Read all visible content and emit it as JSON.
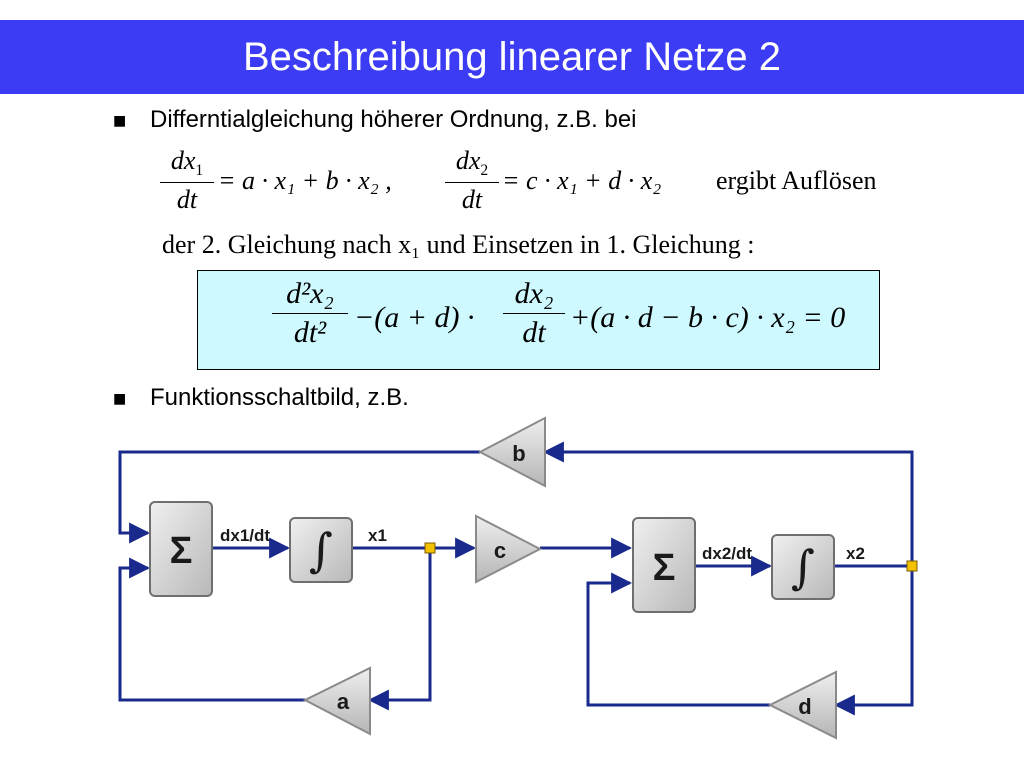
{
  "title": "Beschreibung linearer Netze 2",
  "bullets": [
    {
      "marker": "■",
      "text": "Differntialgleichung höherer Ordnung, z.B. bei"
    },
    {
      "marker": "■",
      "text": "Funktionsschaltbild, z.B."
    }
  ],
  "equations": {
    "eq1_lhs_num": "dx",
    "eq1_lhs_num_sub": "1",
    "eq1_den": "dt",
    "eq1_rhs": "= a · x₁ + b · x₂ ,",
    "eq2_lhs_num": "dx",
    "eq2_lhs_num_sub": "2",
    "eq2_den": "dt",
    "eq2_rhs": "= c · x₁ + d · x₂",
    "ergibt": "ergibt  Auflösen",
    "line2": "der 2. Gleichung nach x₁ und Einsetzen in 1. Gleichung :",
    "box_term1_num": "d²x₂",
    "box_term1_den": "dt²",
    "box_mid": "−(a + d) ·",
    "box_term2_num": "dx₂",
    "box_term2_den": "dt",
    "box_end": "+(a · d − b · c) · x₂ = 0"
  },
  "diagram": {
    "sum_symbol": "Σ",
    "integral_symbol": "∫",
    "labels": {
      "dx1": "dx1/dt",
      "x1": "x1",
      "dx2": "dx2/dt",
      "x2": "x2"
    },
    "gains": {
      "a": "a",
      "b": "b",
      "c": "c",
      "d": "d"
    },
    "colors": {
      "wire": "#1a2a8c",
      "block_fill": "#d6d6d6",
      "block_stroke": "#6f6f6f",
      "node": "#f2c200",
      "title_bg": "#3c3cf5",
      "eq_box_bg": "#cdf9ff"
    }
  }
}
